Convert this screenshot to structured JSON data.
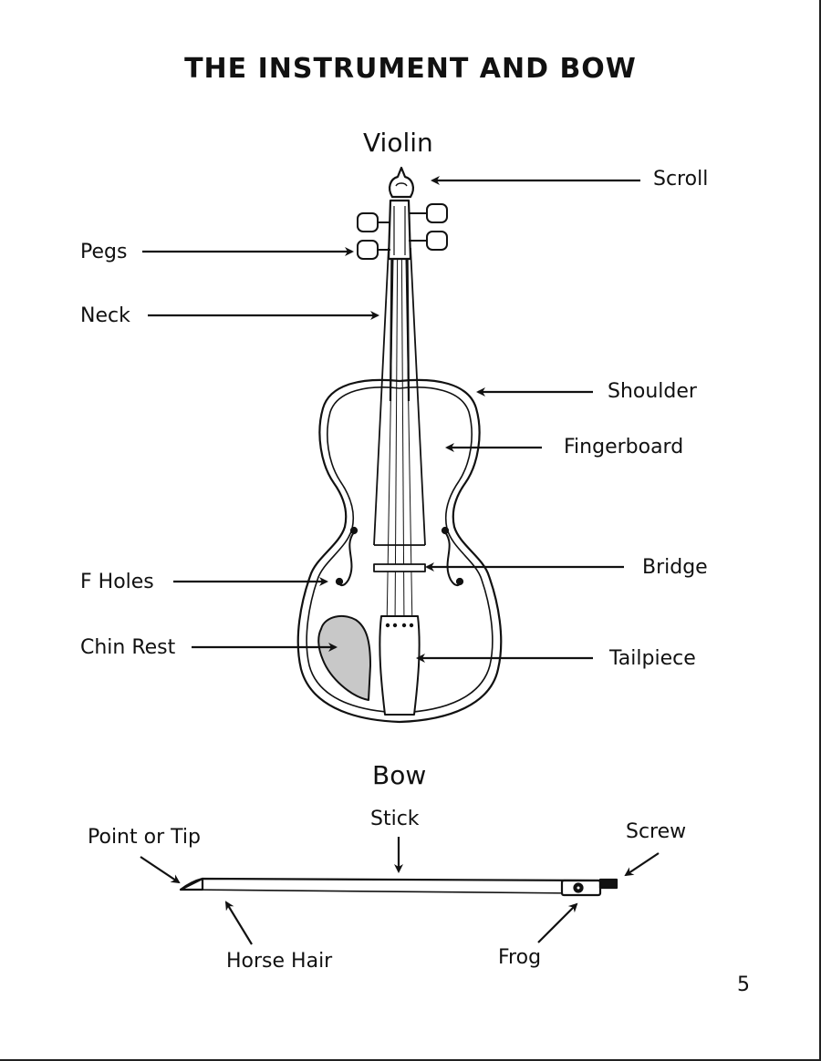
{
  "title": "THE INSTRUMENT AND BOW",
  "violin": {
    "heading": "Violin",
    "labels": {
      "scroll": "Scroll",
      "pegs": "Pegs",
      "neck": "Neck",
      "shoulder": "Shoulder",
      "fingerboard": "Fingerboard",
      "bridge": "Bridge",
      "f_holes": "F Holes",
      "chin_rest": "Chin Rest",
      "tailpiece": "Tailpiece"
    }
  },
  "bow": {
    "heading": "Bow",
    "labels": {
      "stick": "Stick",
      "point_or_tip": "Point or Tip",
      "screw": "Screw",
      "horse_hair": "Horse Hair",
      "frog": "Frog"
    }
  },
  "page_number": "5",
  "colors": {
    "ink": "#111111",
    "chin_rest_fill": "#c8c8c8",
    "paper": "#ffffff"
  }
}
